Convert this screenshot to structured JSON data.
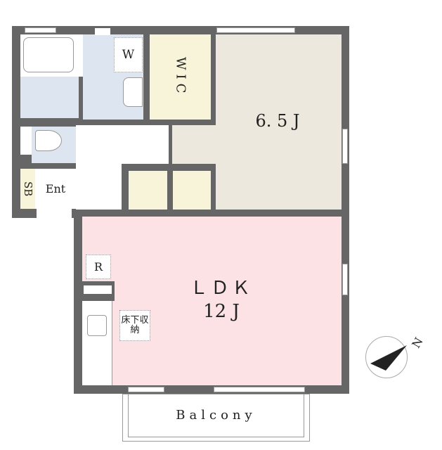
{
  "rooms": {
    "washroom": "W",
    "walk_in_closet": "WIC",
    "bedroom": "6. 5 J",
    "shoe_box": "SB",
    "entrance": "Ent",
    "refrigerator": "R",
    "living_label": "ＬＤＫ",
    "living_size": "12 J",
    "underfloor_storage": "床下収納",
    "balcony": "Balcony"
  },
  "compass": {
    "north_label": "N"
  },
  "colors": {
    "wall": "#666666",
    "ldk": "#fce2e5",
    "bedroom": "#ece8dd",
    "wet": "#dde5f1",
    "closet": "#f7f4da"
  }
}
